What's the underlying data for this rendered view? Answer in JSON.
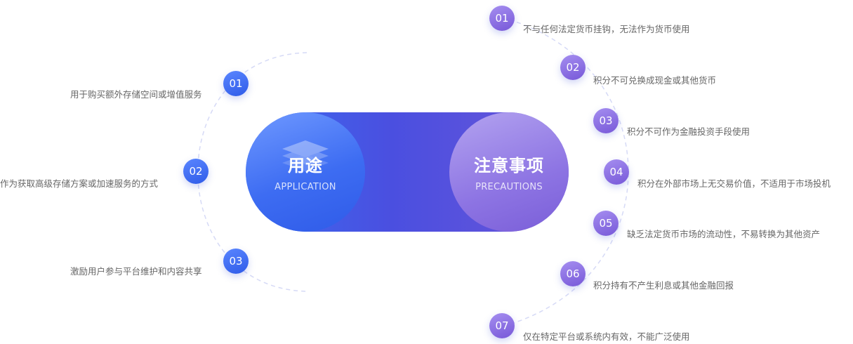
{
  "center": {
    "left_title": "用途",
    "left_subtitle": "APPLICATION",
    "right_title": "注意事项",
    "right_subtitle": "PRECAUTIONS"
  },
  "uses": [
    {
      "num": "01",
      "text": "用于购买额外存储空间或增值服务"
    },
    {
      "num": "02",
      "text": "作为获取高级存储方案或加速服务的方式"
    },
    {
      "num": "03",
      "text": "激励用户参与平台维护和内容共享"
    }
  ],
  "precautions": [
    {
      "num": "01",
      "text": "不与任何法定货币挂钩，无法作为货币使用"
    },
    {
      "num": "02",
      "text": "积分不可兑换成现金或其他货币"
    },
    {
      "num": "03",
      "text": "积分不可作为金融投资手段使用"
    },
    {
      "num": "04",
      "text": "积分在外部市场上无交易价值，不适用于市场投机"
    },
    {
      "num": "05",
      "text": "缺乏法定货币市场的流动性，不易转换为其他资产"
    },
    {
      "num": "06",
      "text": "积分持有不产生利息或其他金融回报"
    },
    {
      "num": "07",
      "text": "仅在特定平台或系统内有效，不能广泛使用"
    }
  ],
  "colors": {
    "blue": "#2f5be8",
    "purple": "#7758d8",
    "arc": "#d6daf6",
    "text": "#666666"
  }
}
